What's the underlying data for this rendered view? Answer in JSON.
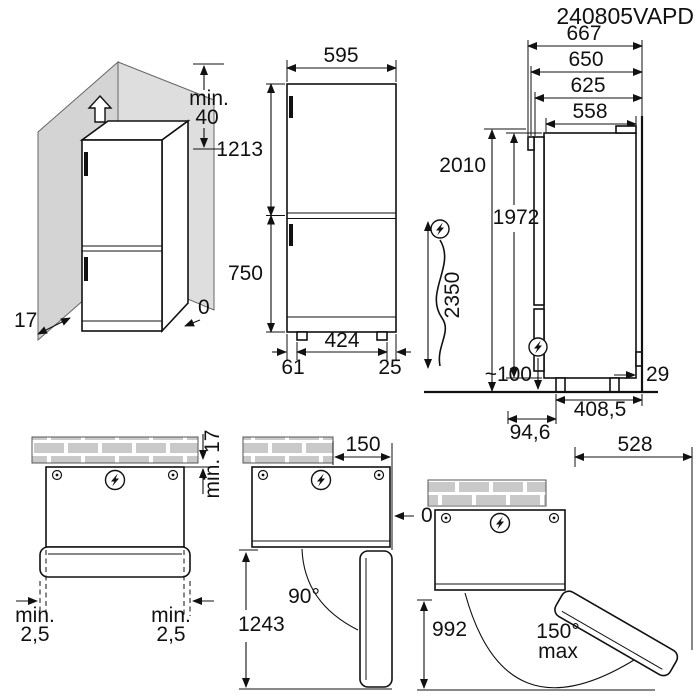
{
  "doc_code": "240805VAPD",
  "icons": {
    "power_symbol": "lightning-bolt",
    "levelling_symbol": "up-arrow",
    "hinge_symbol": "hinge-pin-circle"
  },
  "views": {
    "corner": {
      "top_clearance_label": "min.",
      "top_clearance_value": "40",
      "side_gap": "17",
      "back_gap": "0"
    },
    "front": {
      "width": "595",
      "upper_height": "1213",
      "lower_height": "750",
      "feet_span": "424",
      "left_foot_offset": "61",
      "right_foot_offset": "25"
    },
    "side": {
      "depth_overall": "667",
      "depth_handle": "650",
      "depth_door": "625",
      "depth_body": "558",
      "height_overall": "2010",
      "height_body": "1972",
      "cord_length": "2350",
      "socket_height": "~100",
      "rear_gap": "29",
      "base_depth": "408,5",
      "front_offset": "94,6"
    },
    "top_wall": {
      "rear_clearance": "min. 17",
      "left_clearance_label": "min.",
      "left_clearance_value": "2,5",
      "right_clearance_label": "min.",
      "right_clearance_value": "2,5"
    },
    "top_90": {
      "side_clearance": "150",
      "flush_gap": "0",
      "door_angle": "90°",
      "swing_depth": "1243"
    },
    "top_150": {
      "depth": "528",
      "swing_depth": "992",
      "door_angle": "150°",
      "door_angle_max": "max"
    }
  }
}
